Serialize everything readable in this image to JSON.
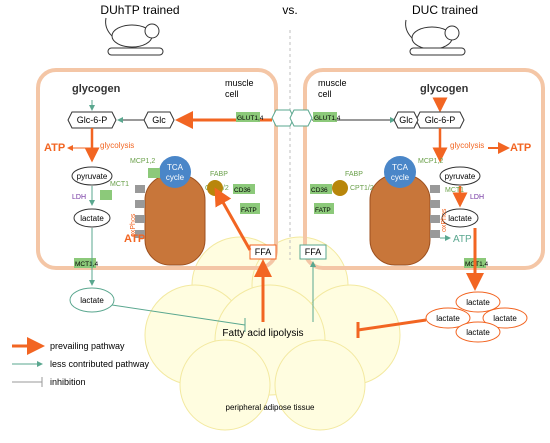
{
  "titles": {
    "left": "DUhTP trained",
    "vs": "vs.",
    "right": "DUC trained"
  },
  "labels": {
    "muscle_cell_left": "muscle\ncell",
    "muscle_cell_right": "muscle\ncell",
    "glycogen": "glycogen",
    "glc6p": "Glc-6-P",
    "glc": "Glc",
    "glut": "GLUT1,4",
    "atp": "ATP",
    "glycolysis": "glycolysis",
    "pyruvate": "pyruvate",
    "ldh": "LDH",
    "lactate": "lactate",
    "mcp": "MCP1,2",
    "mct1": "MCT1",
    "tca": "TCA\ncycle",
    "cpt": "CPT1/2",
    "fabp": "FABP",
    "cd36": "CD36",
    "fatp": "FATP",
    "oxphos": "oxPhos",
    "mct14": "MCT1,4",
    "ffa": "FFA",
    "fal": "Fatty acid lipolysis",
    "adipose": "peripheral adipose tissue"
  },
  "legend": {
    "prevailing": "prevailing pathway",
    "less": "less contributed pathway",
    "inhibition": "inhibition"
  },
  "colors": {
    "orange": "#f26522",
    "teal": "#5aa78f",
    "green_box": "#8cc97a",
    "cell_border": "#f4c6a6",
    "tca": "#4a86c8",
    "mito": "#c8763a",
    "fabp": "#b8860b",
    "purple": "#7030a0",
    "adipose": "#fffacd"
  }
}
